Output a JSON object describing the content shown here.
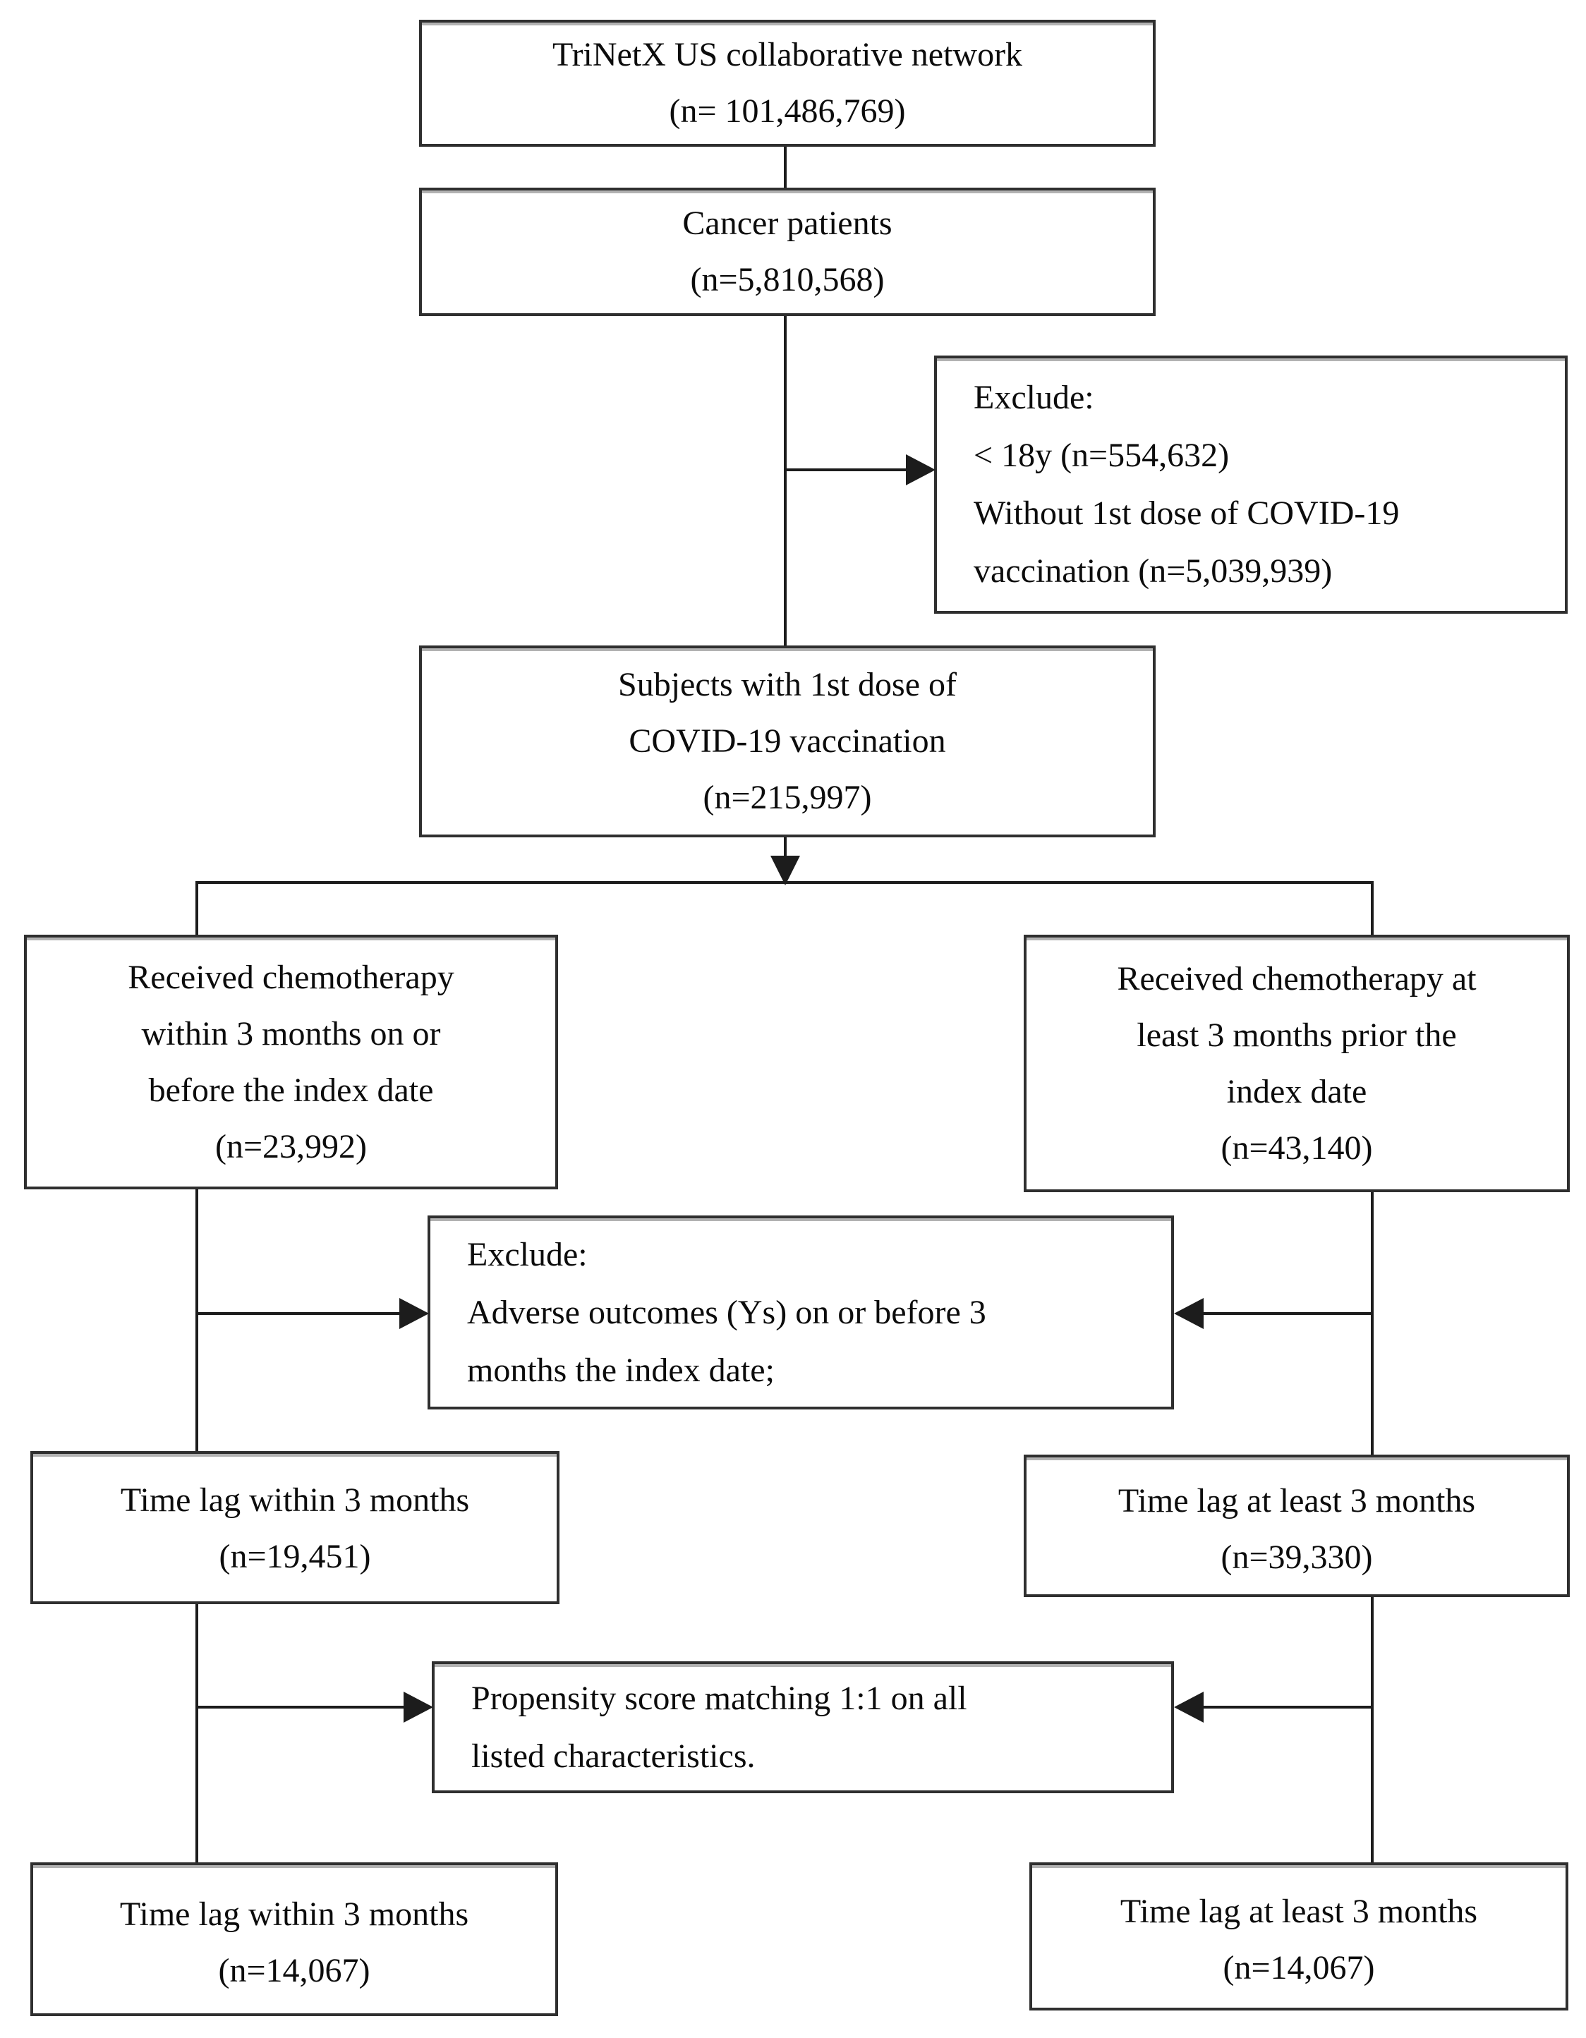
{
  "figure_type": "study-flowchart",
  "colors": {
    "background": "#ffffff",
    "box_border": "#2f2f2f",
    "connector_line": "#1c1c1c",
    "text": "#0c0c0c"
  },
  "flowchart": {
    "nodes": {
      "network": {
        "lines": [
          "TriNetX US collaborative network",
          "(n= 101,486,769)"
        ]
      },
      "cancer": {
        "lines": [
          "Cancer patients",
          "(n=5,810,568)"
        ]
      },
      "exclude1": {
        "lines": [
          "Exclude:",
          "< 18y (n=554,632)",
          "Without 1st dose of COVID-19",
          "vaccination (n=5,039,939)"
        ]
      },
      "vaccinated": {
        "lines": [
          "Subjects with 1st dose of",
          "COVID-19 vaccination",
          "(n=215,997)"
        ]
      },
      "chemo_within": {
        "lines": [
          "Received chemotherapy",
          "within 3 months on or",
          "before the index date",
          "(n=23,992)"
        ]
      },
      "chemo_prior": {
        "lines": [
          "Received chemotherapy at",
          "least 3 months prior the",
          "index date",
          "(n=43,140)"
        ]
      },
      "exclude2": {
        "lines": [
          "Exclude:",
          "Adverse outcomes (Ys) on or before 3",
          "months the index date;"
        ]
      },
      "lag_within": {
        "lines": [
          "Time lag within 3 months",
          "(n=19,451)"
        ]
      },
      "lag_atleast": {
        "lines": [
          "Time lag at least 3 months",
          "(n=39,330)"
        ]
      },
      "psm": {
        "lines": [
          "Propensity score matching 1:1 on all",
          "listed characteristics."
        ]
      },
      "lag_within_matched": {
        "lines": [
          "Time lag within 3 months",
          "(n=14,067)"
        ]
      },
      "lag_atleast_matched": {
        "lines": [
          "Time lag at least 3 months",
          "(n=14,067)"
        ]
      }
    },
    "edges": [
      {
        "from": "network",
        "to": "cancer",
        "style": "line"
      },
      {
        "from": "cancer",
        "to": "vaccinated",
        "style": "line"
      },
      {
        "from": "cancer-vaccinated-connector",
        "to": "exclude1",
        "style": "arrow-right"
      },
      {
        "from": "vaccinated",
        "to": "branch-split",
        "style": "arrow-down"
      },
      {
        "from": "branch-split",
        "to": "chemo_within",
        "style": "line"
      },
      {
        "from": "branch-split",
        "to": "chemo_prior",
        "style": "line"
      },
      {
        "from": "chemo_within",
        "to": "lag_within",
        "style": "line"
      },
      {
        "from": "chemo_prior",
        "to": "lag_atleast",
        "style": "line"
      },
      {
        "from": "chemo_within-lag_within-connector",
        "to": "exclude2",
        "style": "arrow-right"
      },
      {
        "from": "chemo_prior-lag_atleast-connector",
        "to": "exclude2",
        "style": "arrow-left"
      },
      {
        "from": "lag_within",
        "to": "lag_within_matched",
        "style": "line"
      },
      {
        "from": "lag_atleast",
        "to": "lag_atleast_matched",
        "style": "line"
      },
      {
        "from": "lag_within-lag_within_matched-connector",
        "to": "psm",
        "style": "arrow-right"
      },
      {
        "from": "lag_atleast-lag_atleast_matched-connector",
        "to": "psm",
        "style": "arrow-left"
      }
    ]
  }
}
